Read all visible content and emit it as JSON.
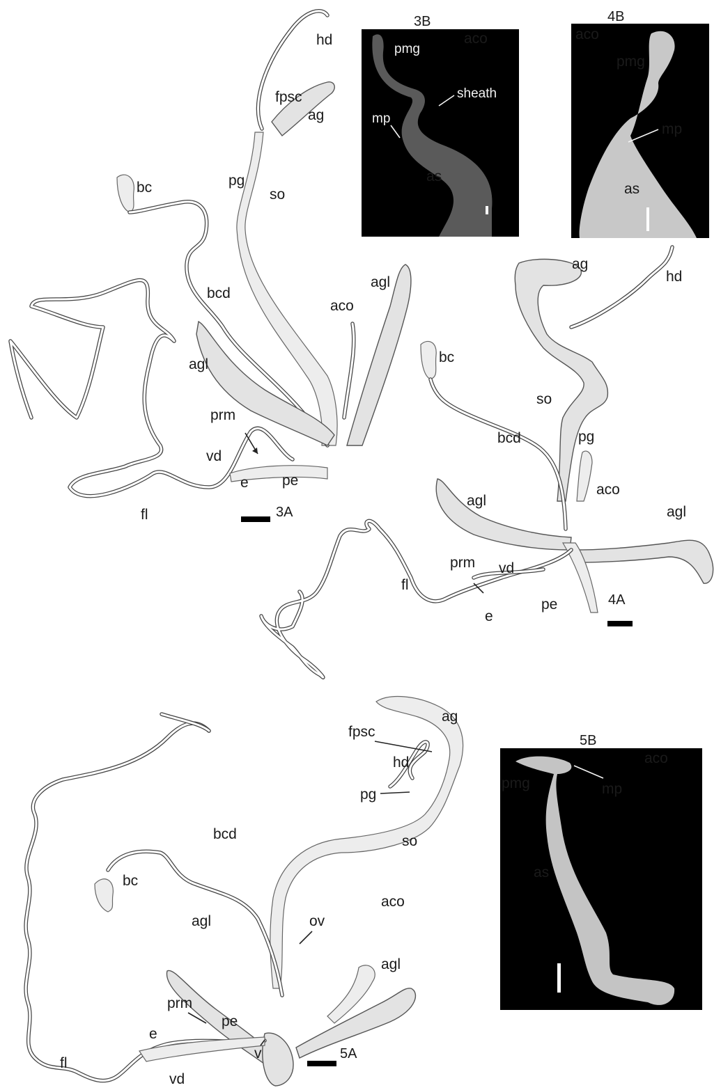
{
  "fig3A": {
    "panel": "3A",
    "labels": {
      "hd": "hd",
      "fpsc": "fpsc",
      "ag": "ag",
      "bc": "bc",
      "pg": "pg",
      "so": "so",
      "bcd": "bcd",
      "agl_right": "agl",
      "aco": "aco",
      "agl_left": "agl",
      "prm": "prm",
      "vd": "vd",
      "e": "e",
      "pe": "pe",
      "fl": "fl"
    }
  },
  "fig3B": {
    "panel": "3B",
    "labels": {
      "aco": "aco",
      "pmg": "pmg",
      "sheath": "sheath",
      "mp": "mp",
      "as": "as"
    }
  },
  "fig4B": {
    "panel": "4B",
    "labels": {
      "aco": "aco",
      "pmg": "pmg",
      "mp": "mp",
      "as": "as"
    }
  },
  "fig4A": {
    "panel": "4A",
    "labels": {
      "ag": "ag",
      "hd": "hd",
      "bc": "bc",
      "so": "so",
      "bcd": "bcd",
      "pg": "pg",
      "agl_left": "agl",
      "aco": "aco",
      "agl_right": "agl",
      "prm": "prm",
      "vd": "vd",
      "fl": "fl",
      "pe": "pe",
      "e": "e"
    }
  },
  "fig5A": {
    "panel": "5A",
    "labels": {
      "ag": "ag",
      "fpsc": "fpsc",
      "hd": "hd",
      "pg": "pg",
      "bcd": "bcd",
      "so": "so",
      "bc": "bc",
      "aco": "aco",
      "agl_left": "agl",
      "ov": "ov",
      "agl_right": "agl",
      "prm": "prm",
      "pe": "pe",
      "e": "e",
      "v": "v",
      "fl": "fl",
      "vd": "vd"
    }
  },
  "fig5B": {
    "panel": "5B",
    "labels": {
      "aco": "aco",
      "pmg": "pmg",
      "mp": "mp",
      "as": "as"
    }
  },
  "colors": {
    "photo_bg": "#000000",
    "organ_fill": "#e3e3e3",
    "line": "#444444"
  }
}
